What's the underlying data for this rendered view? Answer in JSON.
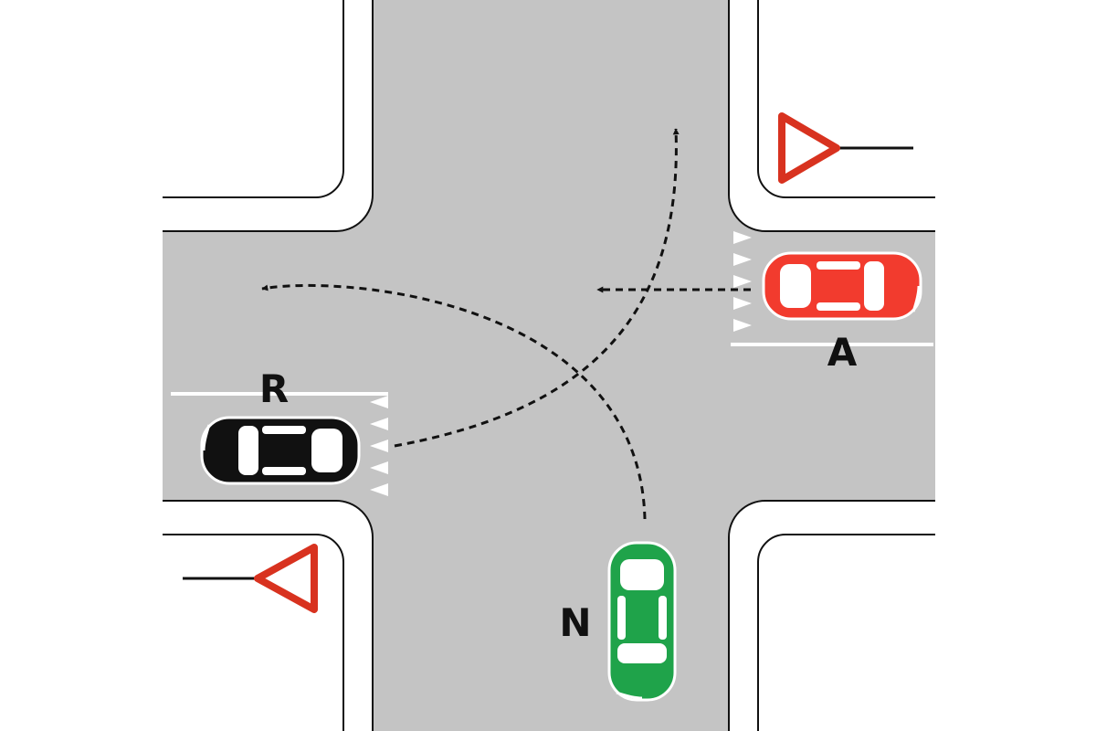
{
  "colors": {
    "road": "#c4c4c4",
    "curb": "#111111",
    "marking": "#ffffff",
    "sign": "#d8321f",
    "path": "#111111",
    "car_a": "#f23b2e",
    "car_r": "#111111",
    "car_n": "#1fa34a"
  },
  "cars": {
    "a": {
      "label": "A",
      "heading": "west",
      "icon": "car-icon"
    },
    "r": {
      "label": "R",
      "heading": "east",
      "icon": "car-icon"
    },
    "n": {
      "label": "N",
      "heading": "north",
      "icon": "car-icon"
    }
  },
  "signs": [
    {
      "type": "yield",
      "icon": "yield-sign-icon"
    },
    {
      "type": "yield",
      "icon": "yield-sign-icon"
    }
  ],
  "paths": [
    {
      "from": "A",
      "maneuver": "straight"
    },
    {
      "from": "N",
      "maneuver": "left-turn"
    },
    {
      "from": "R",
      "maneuver": "left-turn"
    }
  ]
}
